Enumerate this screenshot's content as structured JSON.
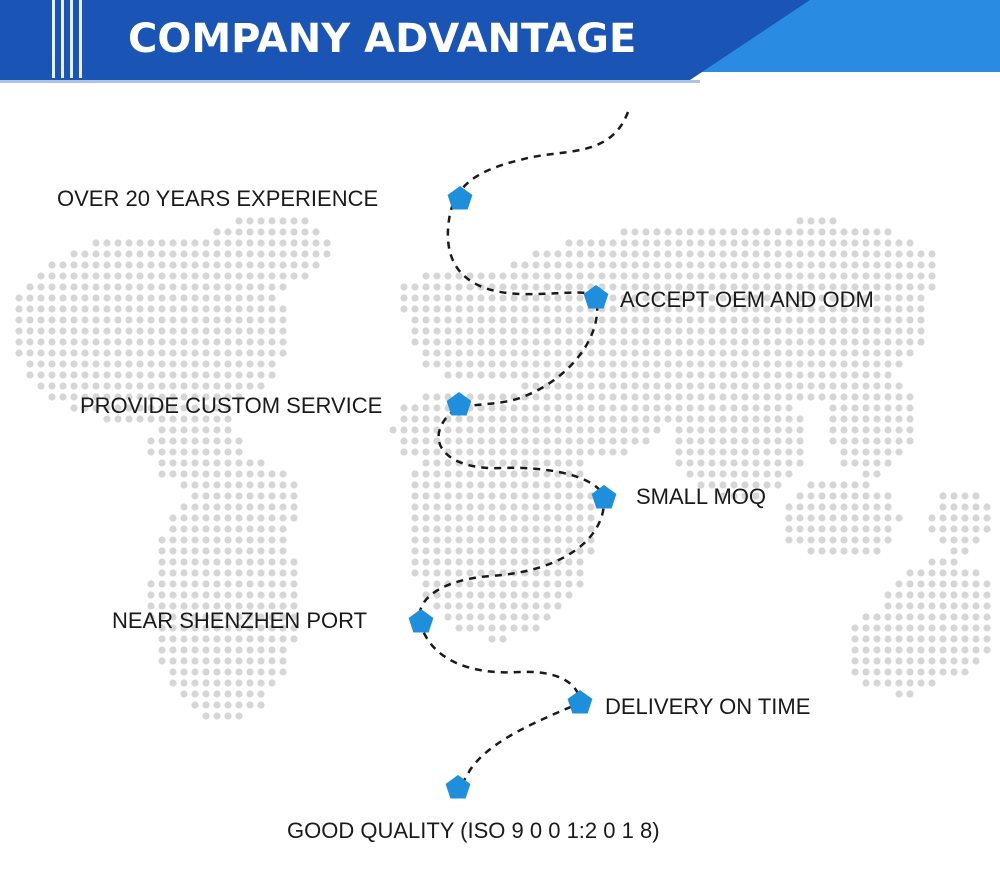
{
  "header": {
    "title": "COMPANY ADVANTAGE"
  },
  "colors": {
    "banner_dark": "#1a55b5",
    "banner_light": "#2a8be3",
    "marker": "#1f8fdc",
    "map_dot": "#d6d6d6"
  },
  "advantages": [
    {
      "label": "OVER 20 YEARS EXPERIENCE",
      "icon": "pentagon-marker-icon"
    },
    {
      "label": "ACCEPT OEM AND ODM",
      "icon": "pentagon-marker-icon"
    },
    {
      "label": "PROVIDE CUSTOM SERVICE",
      "icon": "pentagon-marker-icon"
    },
    {
      "label": "SMALL MOQ",
      "icon": "pentagon-marker-icon"
    },
    {
      "label": "NEAR SHENZHEN PORT",
      "icon": "pentagon-marker-icon"
    },
    {
      "label": "DELIVERY ON TIME",
      "icon": "pentagon-marker-icon"
    },
    {
      "label": "GOOD QUALITY (ISO 9 0 0 1:2 0 1 8)",
      "icon": "pentagon-marker-icon"
    }
  ]
}
